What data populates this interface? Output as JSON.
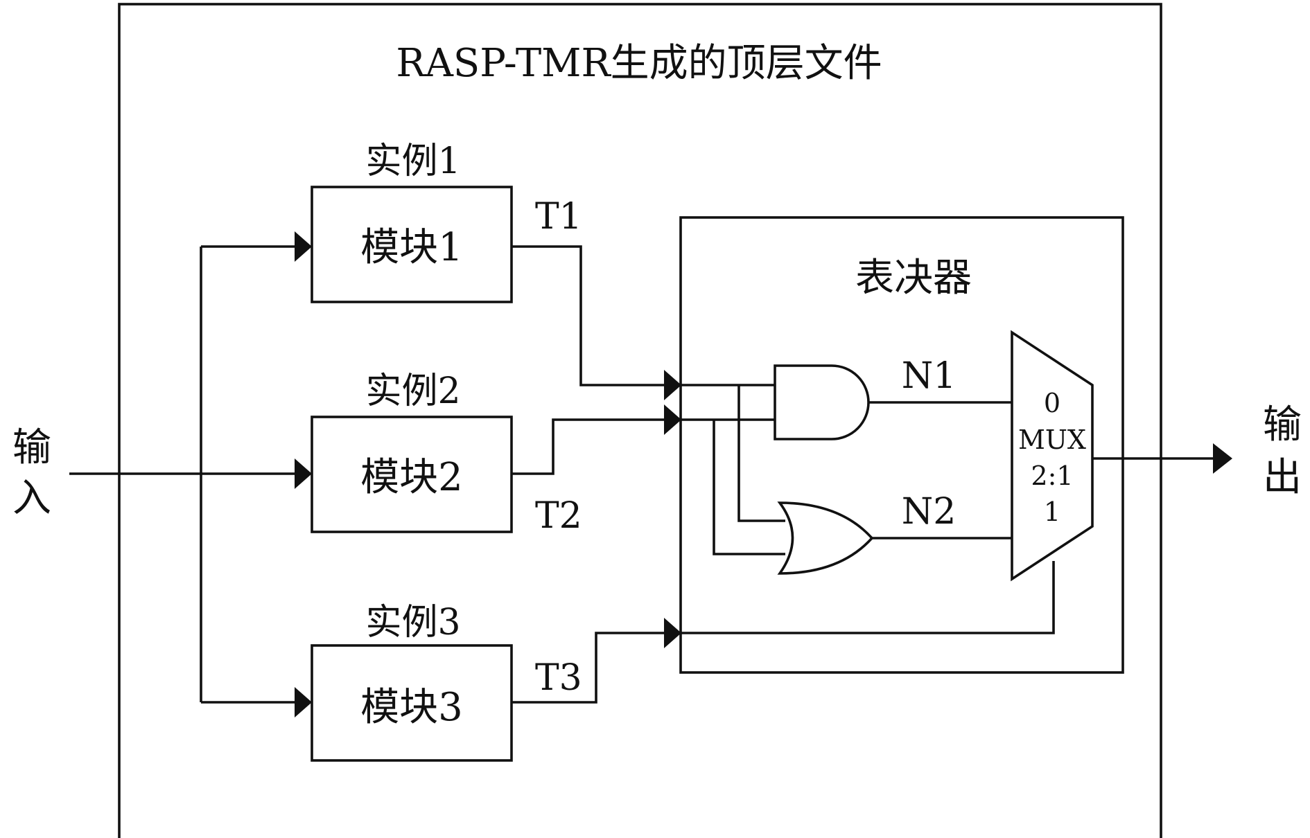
{
  "outer": {
    "title": "RASP-TMR生成的顶层文件"
  },
  "instances": [
    {
      "caption": "实例1",
      "module": "模块1",
      "signal": "T1"
    },
    {
      "caption": "实例2",
      "module": "模块2",
      "signal": "T2"
    },
    {
      "caption": "实例3",
      "module": "模块3",
      "signal": "T3"
    }
  ],
  "voter": {
    "title": "表决器",
    "and_output": "N1",
    "or_output": "N2",
    "mux": {
      "in0": "0",
      "name": "MUX",
      "ratio": "2:1",
      "in1": "1"
    }
  },
  "io": {
    "input_label": [
      "输",
      "入"
    ],
    "output_label": [
      "输",
      "出"
    ]
  }
}
